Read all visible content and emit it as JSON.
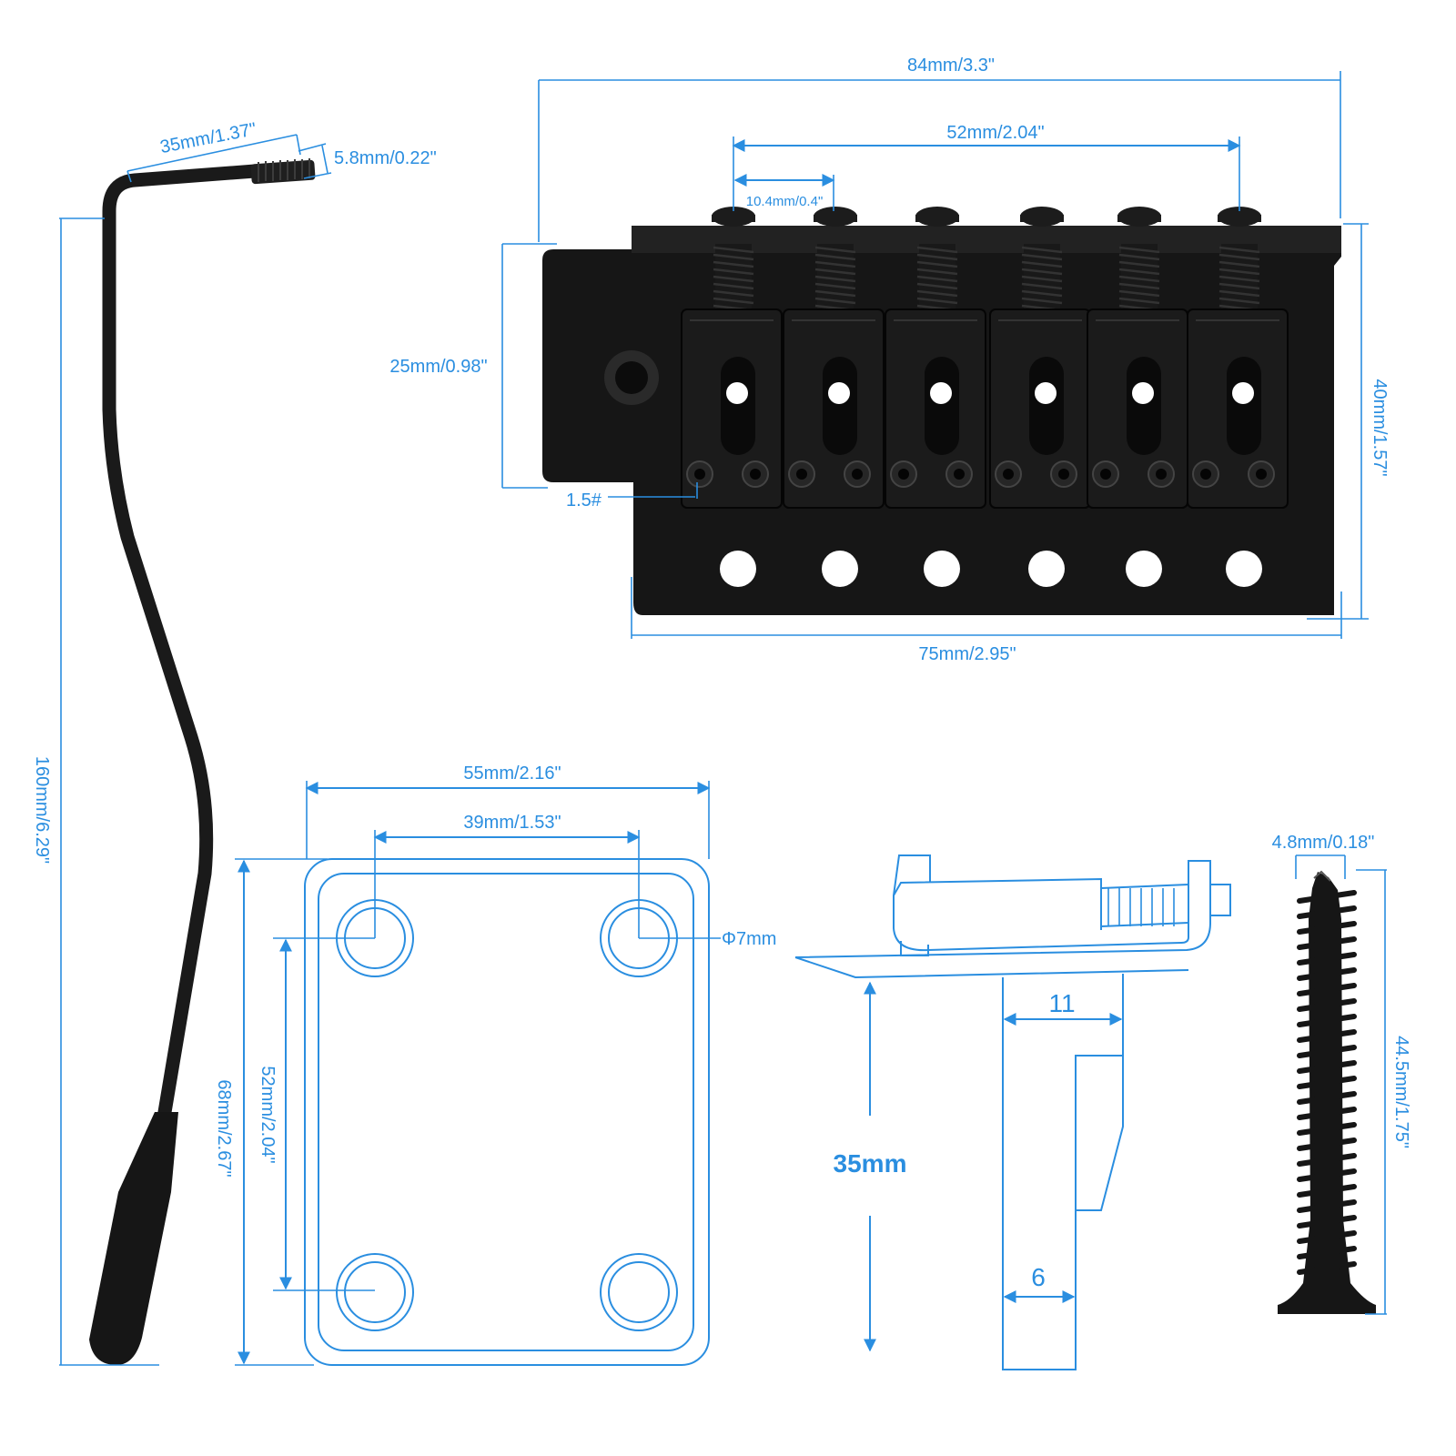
{
  "dimensions": {
    "arm_top_length": "35mm/1.37\"",
    "arm_thread": "5.8mm/0.22\"",
    "arm_length": "160mm/6.29\"",
    "bridge_width": "84mm/3.3\"",
    "string_span": "52mm/2.04\"",
    "string_spacing": "10.4mm/0.4\"",
    "saddle_height": "25mm/0.98\"",
    "bridge_depth": "40mm/1.57\"",
    "hex_key": "1.5#",
    "plate_width": "75mm/2.95\"",
    "neck_plate_width": "55mm/2.16\"",
    "neck_hole_spacing_x": "39mm/1.53\"",
    "neck_hole_dia": "Φ7mm",
    "neck_plate_height": "68mm/2.67\"",
    "neck_hole_spacing_y": "52mm/2.04\"",
    "block_top": "11",
    "block_bottom": "6",
    "block_height": "35mm",
    "screw_dia": "4.8mm/0.18\"",
    "screw_length": "44.5mm/1.75\""
  },
  "colors": {
    "dimension": "#2a8ee0",
    "part": "#161616",
    "background": "#ffffff"
  }
}
